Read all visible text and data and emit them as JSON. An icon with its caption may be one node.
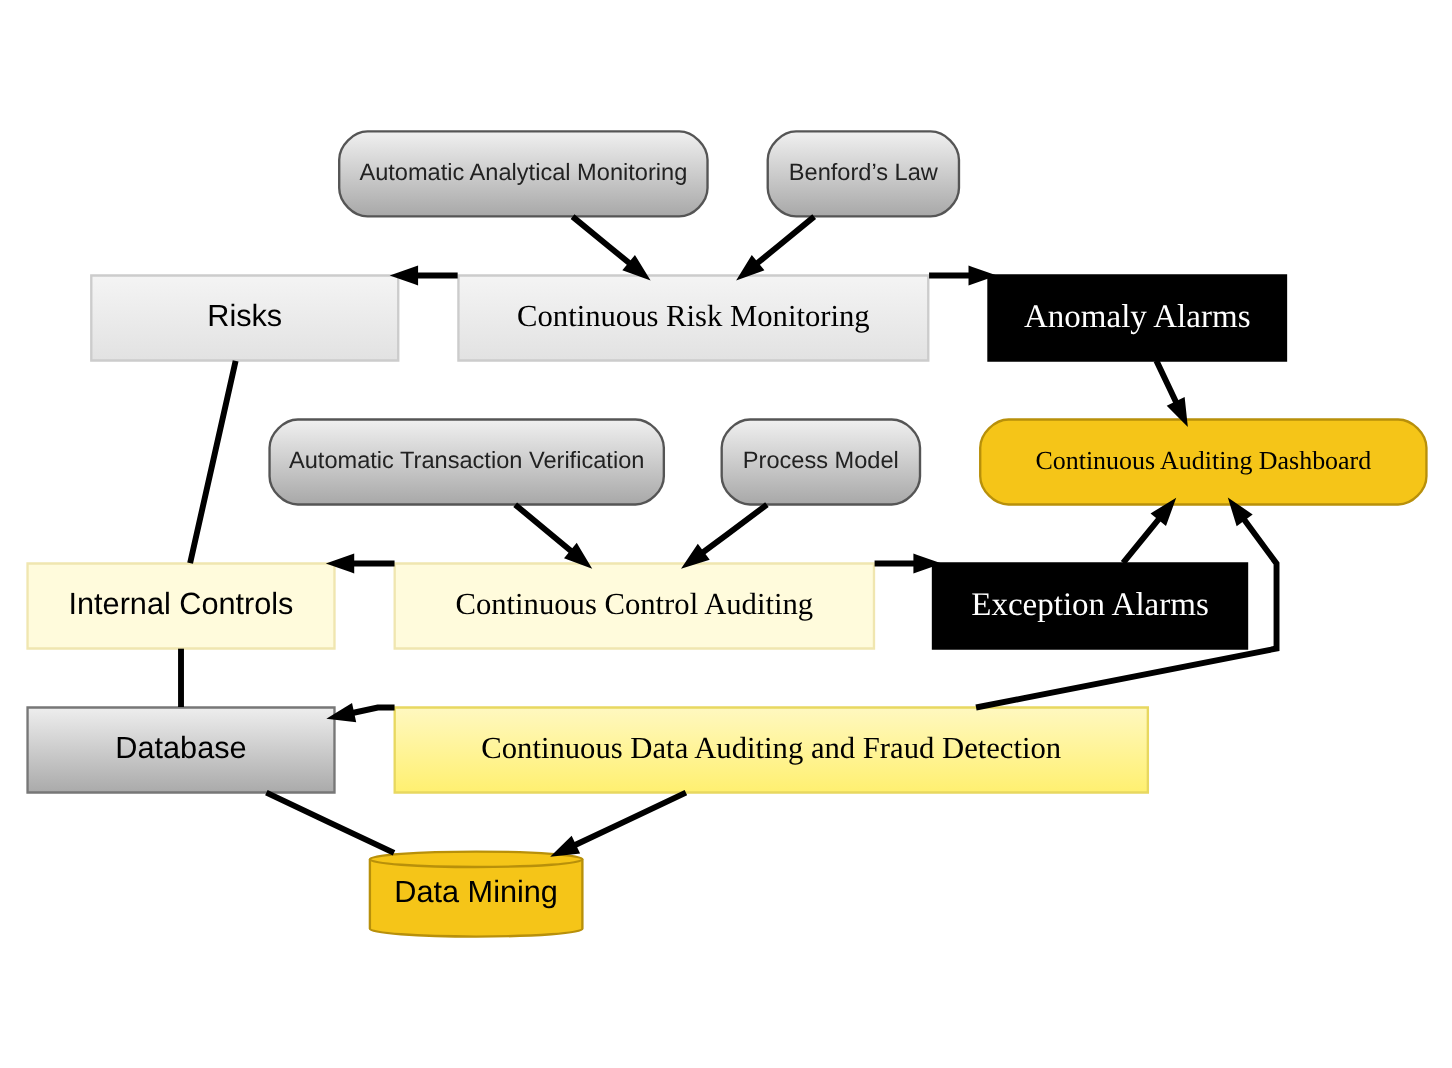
{
  "diagram": {
    "nodes": [
      {
        "text": [
          "Automatic Analytical Monitoring"
        ]
      },
      {
        "text": [
          "Benford’s Law"
        ]
      },
      {
        "text": [
          "Risks"
        ]
      },
      {
        "text": [
          "Continuous Risk Monitoring"
        ]
      },
      {
        "text": [
          "Anomaly Alarms"
        ]
      },
      {
        "text": [
          "Continuous Auditing Dashboard"
        ]
      },
      {
        "text": [
          "Automatic Transaction Verification"
        ]
      },
      {
        "text": [
          "Process Model"
        ]
      },
      {
        "text": [
          "Internal Controls"
        ]
      },
      {
        "text": [
          "Continuous Control Auditing"
        ]
      },
      {
        "text": [
          "Exception Alarms"
        ]
      },
      {
        "text": [
          "Database"
        ]
      },
      {
        "text": [
          "Continuous Data Auditing and Fraud Detection"
        ]
      },
      {
        "text": [
          "Data Mining"
        ]
      }
    ],
    "edges": [
      {
        "from": 0,
        "to": 3,
        "arrow": "to"
      },
      {
        "from": 1,
        "to": 3,
        "arrow": "to"
      },
      {
        "from": 3,
        "to": 2,
        "arrow": "to"
      },
      {
        "from": 3,
        "to": 4,
        "arrow": "to"
      },
      {
        "from": 4,
        "to": 5,
        "arrow": "to"
      },
      {
        "from": 2,
        "to": 8,
        "arrow": "none"
      },
      {
        "from": 6,
        "to": 9,
        "arrow": "to"
      },
      {
        "from": 7,
        "to": 9,
        "arrow": "to"
      },
      {
        "from": 9,
        "to": 8,
        "arrow": "to"
      },
      {
        "from": 9,
        "to": 10,
        "arrow": "to"
      },
      {
        "from": 10,
        "to": 5,
        "arrow": "to"
      },
      {
        "from": 8,
        "to": 11,
        "arrow": "none"
      },
      {
        "from": 12,
        "to": 11,
        "arrow": "to"
      },
      {
        "from": 12,
        "to": 13,
        "arrow": "to"
      },
      {
        "from": 12,
        "to": 5,
        "arrow": "to"
      },
      {
        "from": 11,
        "to": 13,
        "arrow": "none"
      }
    ]
  }
}
